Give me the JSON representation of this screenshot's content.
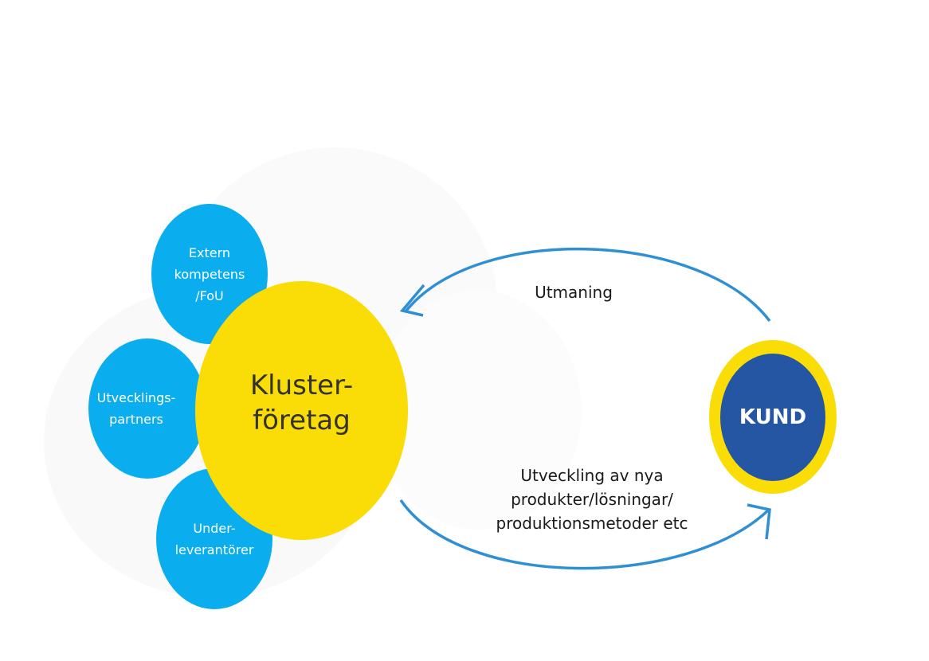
{
  "colors": {
    "satellite": "#0aaeef",
    "cluster": "#fadc06",
    "kund_ring": "#fadc06",
    "kund_core": "#2456a4",
    "arrow": "#2f8fd4"
  },
  "nodes": {
    "extern": {
      "lines": [
        "Extern",
        "kompetens",
        "/FoU"
      ]
    },
    "utvecklingspartners": {
      "lines": [
        "Utvecklings-",
        "partners"
      ]
    },
    "underleverantorer": {
      "lines": [
        "Under-",
        "leverantörer"
      ]
    },
    "kluster": {
      "lines": [
        "Kluster-",
        "företag"
      ]
    },
    "kund": {
      "label": "KUND"
    }
  },
  "edges": {
    "utmaning": {
      "label": "Utmaning",
      "direction": "kund-to-kluster"
    },
    "utveckling": {
      "lines": [
        "Utveckling av nya",
        "produkter/lösningar/",
        "produktionsmetoder etc"
      ],
      "direction": "kluster-to-kund"
    }
  }
}
